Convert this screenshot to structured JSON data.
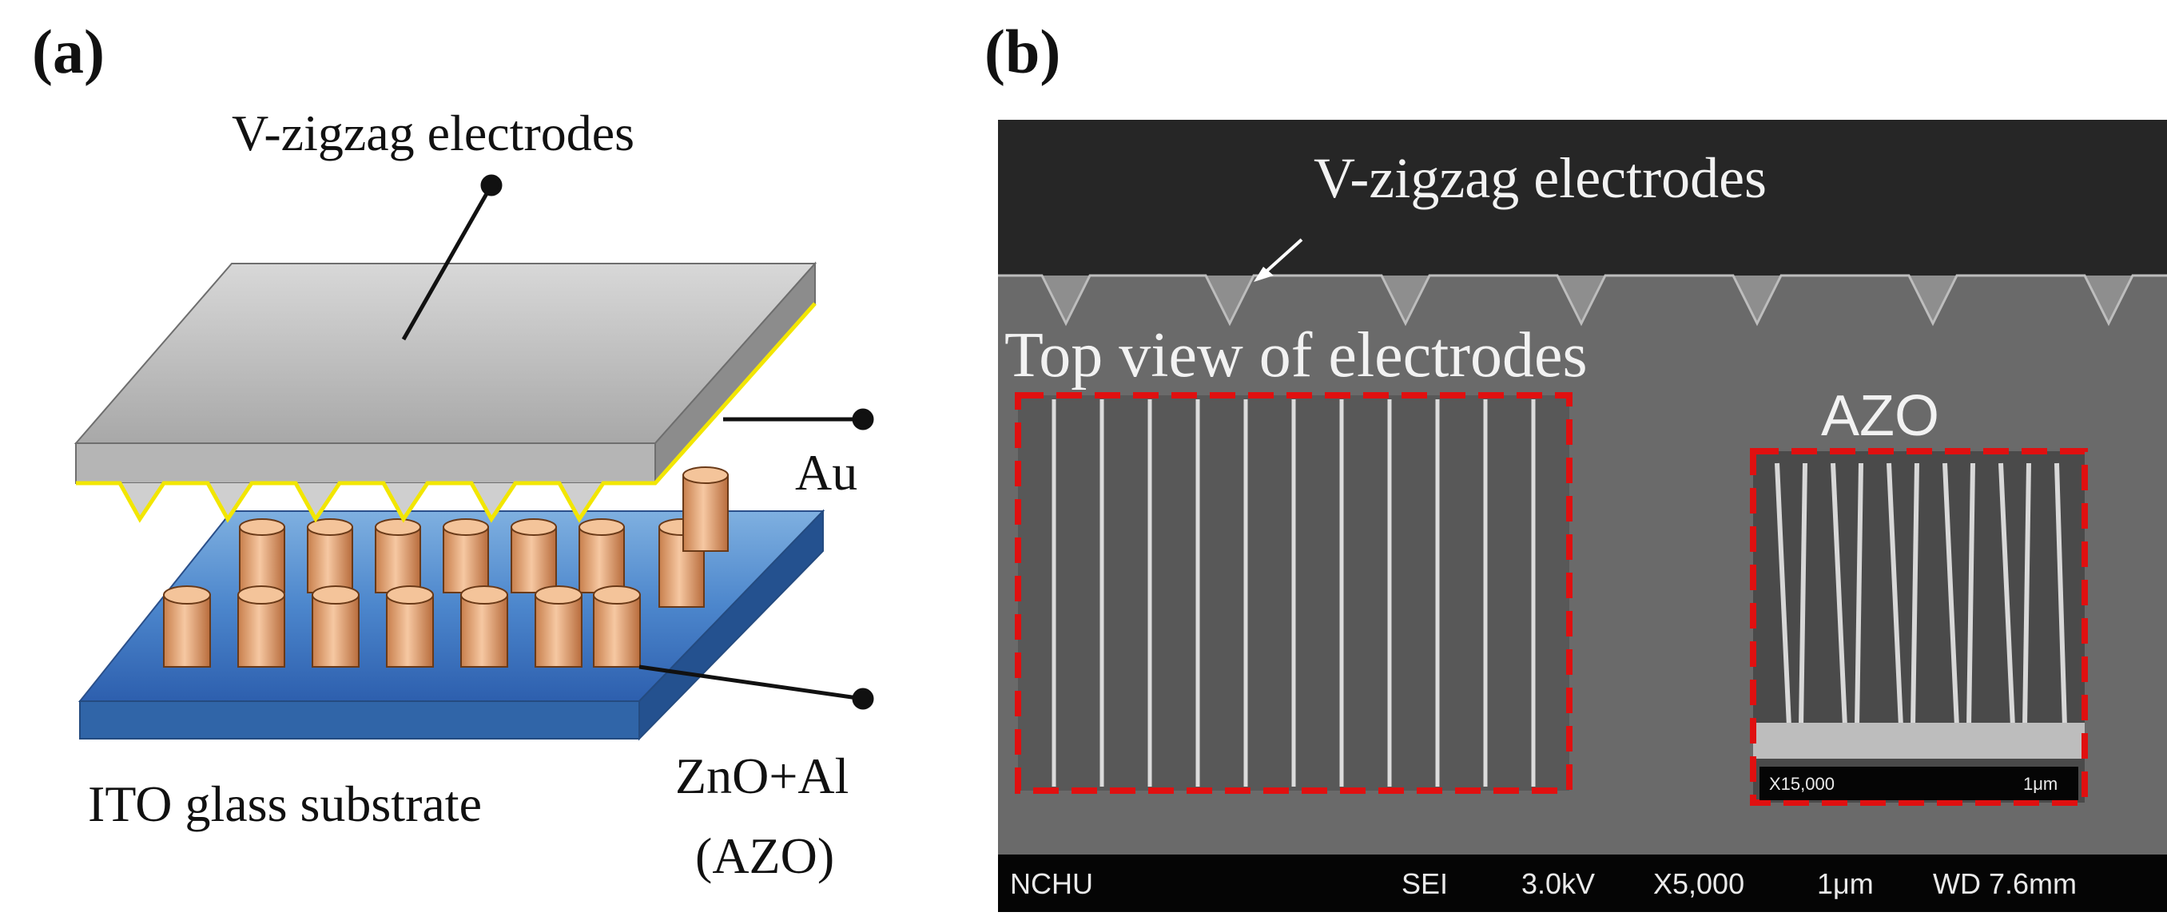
{
  "panel_a": {
    "label": "(a)",
    "labels": {
      "electrodes": "V-zigzag electrodes",
      "au": "Au",
      "substrate": "ITO glass substrate",
      "azo_line1": "ZnO+Al",
      "azo_line2": "(AZO)"
    },
    "colors": {
      "electrode_top": "#b8b8b8",
      "electrode_side": "#8c8c8c",
      "au_outline": "#f2e600",
      "nanorod": "#e8a878",
      "substrate_top": "#4a7fc8",
      "substrate_side": "#2f5f9f"
    }
  },
  "panel_b": {
    "label": "(b)",
    "labels": {
      "electrodes": "V-zigzag electrodes",
      "top_view": "Top view of electrodes",
      "azo": "AZO"
    },
    "info_bar": {
      "left": "NCHU",
      "mode": "SEI",
      "voltage": "3.0kV",
      "magnification": "X5,000",
      "scale": "1μm",
      "wd": "WD 7.6mm"
    },
    "inset_bar": {
      "magnification": "X15,000",
      "scale": "1μm"
    },
    "colors": {
      "dashed_box": "#e01010"
    }
  }
}
